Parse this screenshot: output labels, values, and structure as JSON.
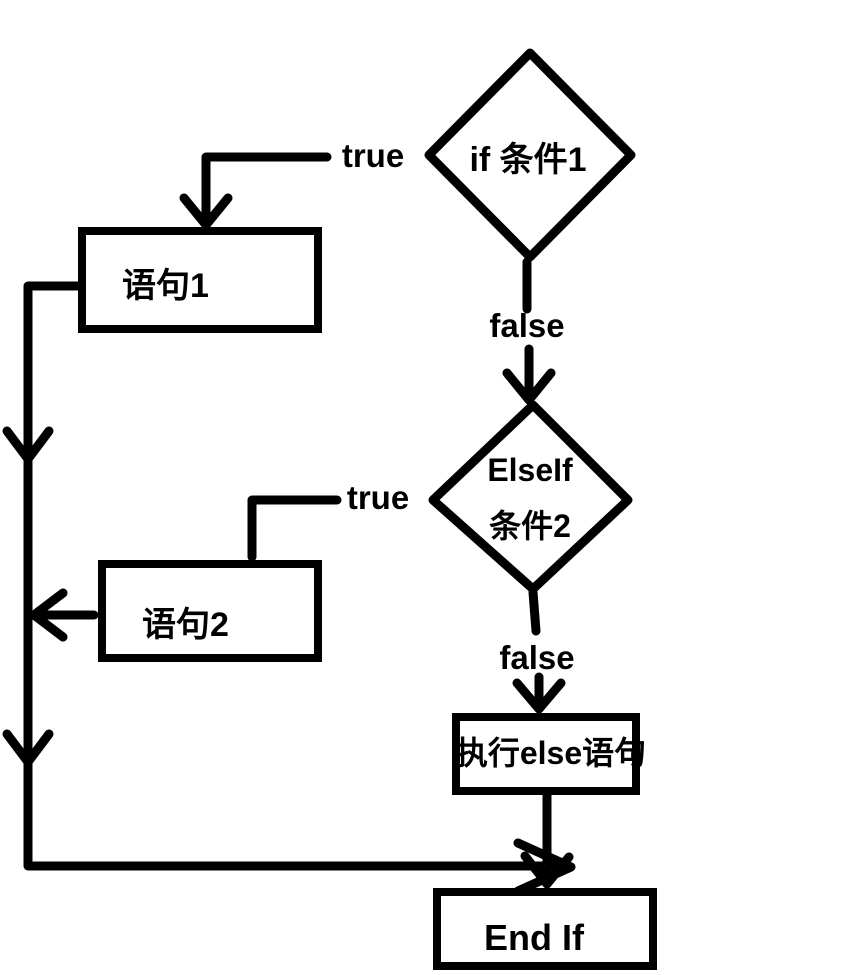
{
  "canvas": {
    "background": "#ffffff",
    "ink": "#000000"
  },
  "nodes": {
    "if_condition": {
      "shape": "diamond",
      "label": "if 条件1"
    },
    "statement1": {
      "shape": "rect",
      "label": "语句1"
    },
    "elseif_condition": {
      "shape": "diamond",
      "label_line1": "ElseIf",
      "label_line2": "条件2"
    },
    "statement2": {
      "shape": "rect",
      "label": "语句2"
    },
    "else_statement": {
      "shape": "rect",
      "label": "执行else语句"
    },
    "end_if": {
      "shape": "rect",
      "label": "End If"
    }
  },
  "edge_labels": {
    "if_true": "true",
    "if_false": "false",
    "elseif_true": "true",
    "elseif_false": "false"
  }
}
